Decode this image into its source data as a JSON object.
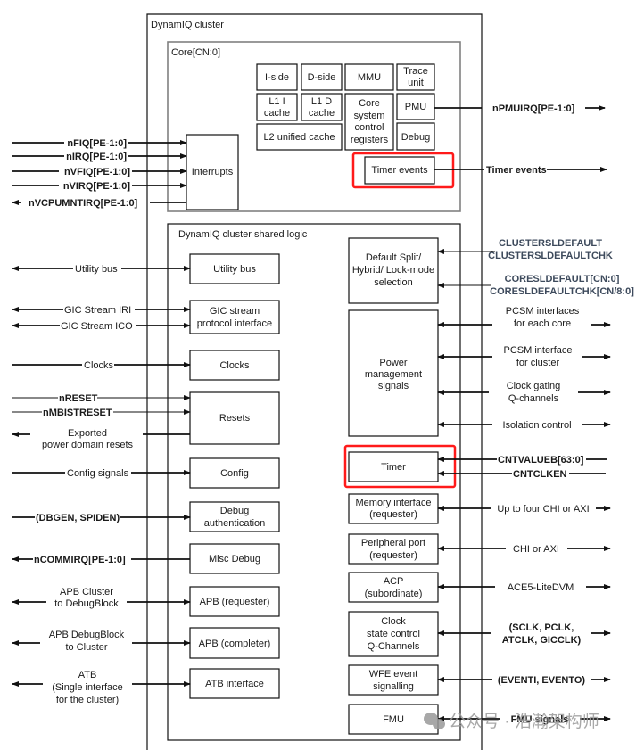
{
  "cluster": {
    "title": "DynamIQ cluster",
    "core": {
      "title": "Core[CN:0]",
      "blocks": {
        "iside": "I-side",
        "dside": "D-side",
        "mmu": "MMU",
        "trace": [
          "Trace",
          "unit"
        ],
        "l1i": [
          "L1 I",
          "cache"
        ],
        "l1d": [
          "L1 D",
          "cache"
        ],
        "csr": [
          "Core",
          "system",
          "control",
          "registers"
        ],
        "pmu": "PMU",
        "l2": "L2 unified cache",
        "debug": "Debug",
        "interrupts": "Interrupts",
        "timer_events": "Timer events"
      }
    },
    "shared": {
      "title": "DynamIQ cluster shared logic",
      "left_blocks": {
        "utility_bus": "Utility bus",
        "gic": [
          "GIC stream",
          "protocol interface"
        ],
        "clocks": "Clocks",
        "resets": "Resets",
        "config": "Config",
        "debug_auth": [
          "Debug",
          "authentication"
        ],
        "misc_debug": "Misc Debug",
        "apb_req": "APB (requester)",
        "apb_comp": "APB (completer)",
        "atb": "ATB interface"
      },
      "right_blocks": {
        "default_split": [
          "Default Split/",
          "Hybrid/ Lock-mode",
          "selection"
        ],
        "power": [
          "Power",
          "management",
          "signals"
        ],
        "timer": "Timer",
        "mem_if": [
          "Memory interface",
          "(requester)"
        ],
        "periph": [
          "Peripheral port",
          "(requester)"
        ],
        "acp": [
          "ACP",
          "(subordinate)"
        ],
        "clock_state": [
          "Clock",
          "state control",
          "Q-Channels"
        ],
        "wfe": [
          "WFE event",
          "signalling"
        ],
        "fmu": "FMU"
      }
    }
  },
  "signals_left": {
    "nfiq": "nFIQ[PE-1:0]",
    "nirq": "nIRQ[PE-1:0]",
    "nvfiq": "nVFIQ[PE-1:0]",
    "nvirq": "nVIRQ[PE-1:0]",
    "nvcpumntirq": "nVCPUMNTIRQ[PE-1:0]",
    "utility_bus": "Utility bus",
    "gic_iri": "GIC Stream IRI",
    "gic_ico": "GIC Stream ICO",
    "clocks": "Clocks",
    "nreset": "nRESET",
    "nmbistreset": "nMBISTRESET",
    "exported_resets": [
      "Exported",
      "power domain resets"
    ],
    "config": "Config signals",
    "dbgen": "(DBGEN, SPIDEN)",
    "ncommirq": "nCOMMIRQ[PE-1:0]",
    "apb_cluster": [
      "APB Cluster",
      "to DebugBlock"
    ],
    "apb_debugblock": [
      "APB DebugBlock",
      "to Cluster"
    ],
    "atb": [
      "ATB",
      "(Single interface",
      "for the cluster)"
    ]
  },
  "signals_right": {
    "npmuirq": "nPMUIRQ[PE-1:0]",
    "timer_events": "Timer events",
    "clustersldefault": [
      "CLUSTERSLDEFAULT",
      "CLUSTERSLDEFAULTCHK"
    ],
    "coresldefault": [
      "CORESLDEFAULT[CN:0]",
      "CORESLDEFAULTCHK[CN/8:0]"
    ],
    "pcsm_core": [
      "PCSM interfaces",
      "for each core"
    ],
    "pcsm_cluster": [
      "PCSM interface",
      "for cluster"
    ],
    "clock_gating": [
      "Clock gating",
      "Q-channels"
    ],
    "isolation": "Isolation control",
    "cntvalueb": "CNTVALUEB[63:0]",
    "cntclken": "CNTCLKEN",
    "mem": "Up to four CHI or AXI",
    "periph": "CHI or AXI",
    "acp": "ACE5-LiteDVM",
    "clocks": [
      "(SCLK, PCLK,",
      "ATCLK, GICCLK)"
    ],
    "events": "(EVENTI, EVENTO)",
    "fmu": "FMU signals"
  },
  "watermark": "公众号 · 浩瀚架构师",
  "colors": {
    "highlight": "#ff1a1a",
    "core_border": "#808080",
    "config_signal_text": "#3d4a5c"
  }
}
